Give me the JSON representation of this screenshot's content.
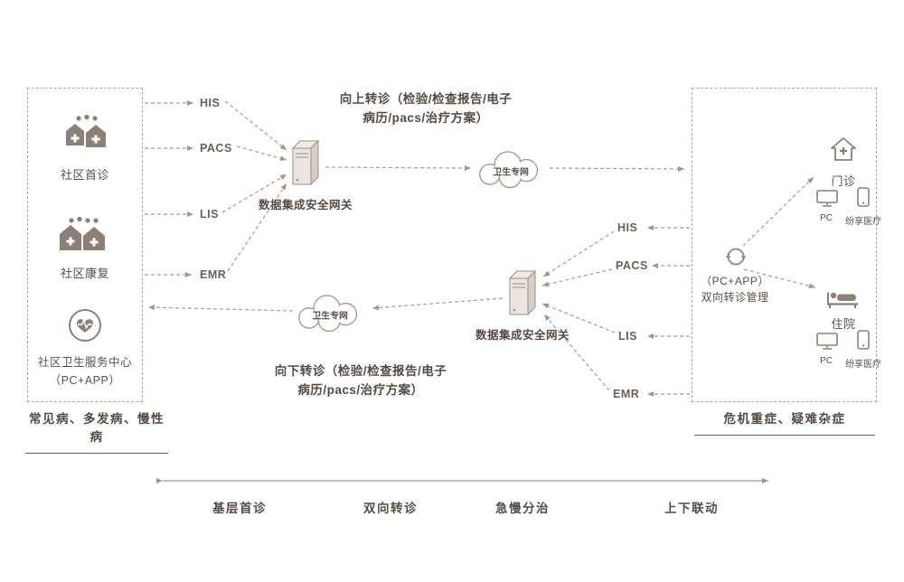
{
  "palette": {
    "accent": "#8d7f73",
    "line": "#a89a8d",
    "text": "#5a5048"
  },
  "left_panel": {
    "items": [
      {
        "label": "社区首诊"
      },
      {
        "label": "社区康复"
      },
      {
        "label": "社区卫生服务中心",
        "sub": "（PC+APP）"
      }
    ],
    "caption": "常见病、多发病、慢性病"
  },
  "left_interfaces": [
    "HIS",
    "PACS",
    "LIS",
    "EMR"
  ],
  "right_interfaces": [
    "HIS",
    "PACS",
    "LIS",
    "EMR"
  ],
  "gateway_left": {
    "label": "数据集成安全网关"
  },
  "gateway_right": {
    "label": "数据集成安全网关"
  },
  "cloud_top": {
    "label": "卫生专网"
  },
  "cloud_bottom": {
    "label": "卫生专网"
  },
  "upward_text": {
    "line1": "向上转诊（检验/检查报告/电子",
    "line2": "病历/pacs/治疗方案）"
  },
  "downward_text": {
    "line1": "向下转诊（检验/检查报告/电子",
    "line2": "病历/pacs/治疗方案）"
  },
  "right_panel": {
    "outpatient": {
      "label": "门诊",
      "pc": "PC",
      "app": "纷享医疗"
    },
    "referral": {
      "line1": "（PC+APP）",
      "line2": "双向转诊管理"
    },
    "inpatient": {
      "label": "住院",
      "pc": "PC",
      "app": "纷享医疗"
    },
    "caption": "危机重症、疑难杂症"
  },
  "axis": {
    "labels": [
      "基层首诊",
      "双向转诊",
      "急慢分治",
      "上下联动"
    ]
  }
}
